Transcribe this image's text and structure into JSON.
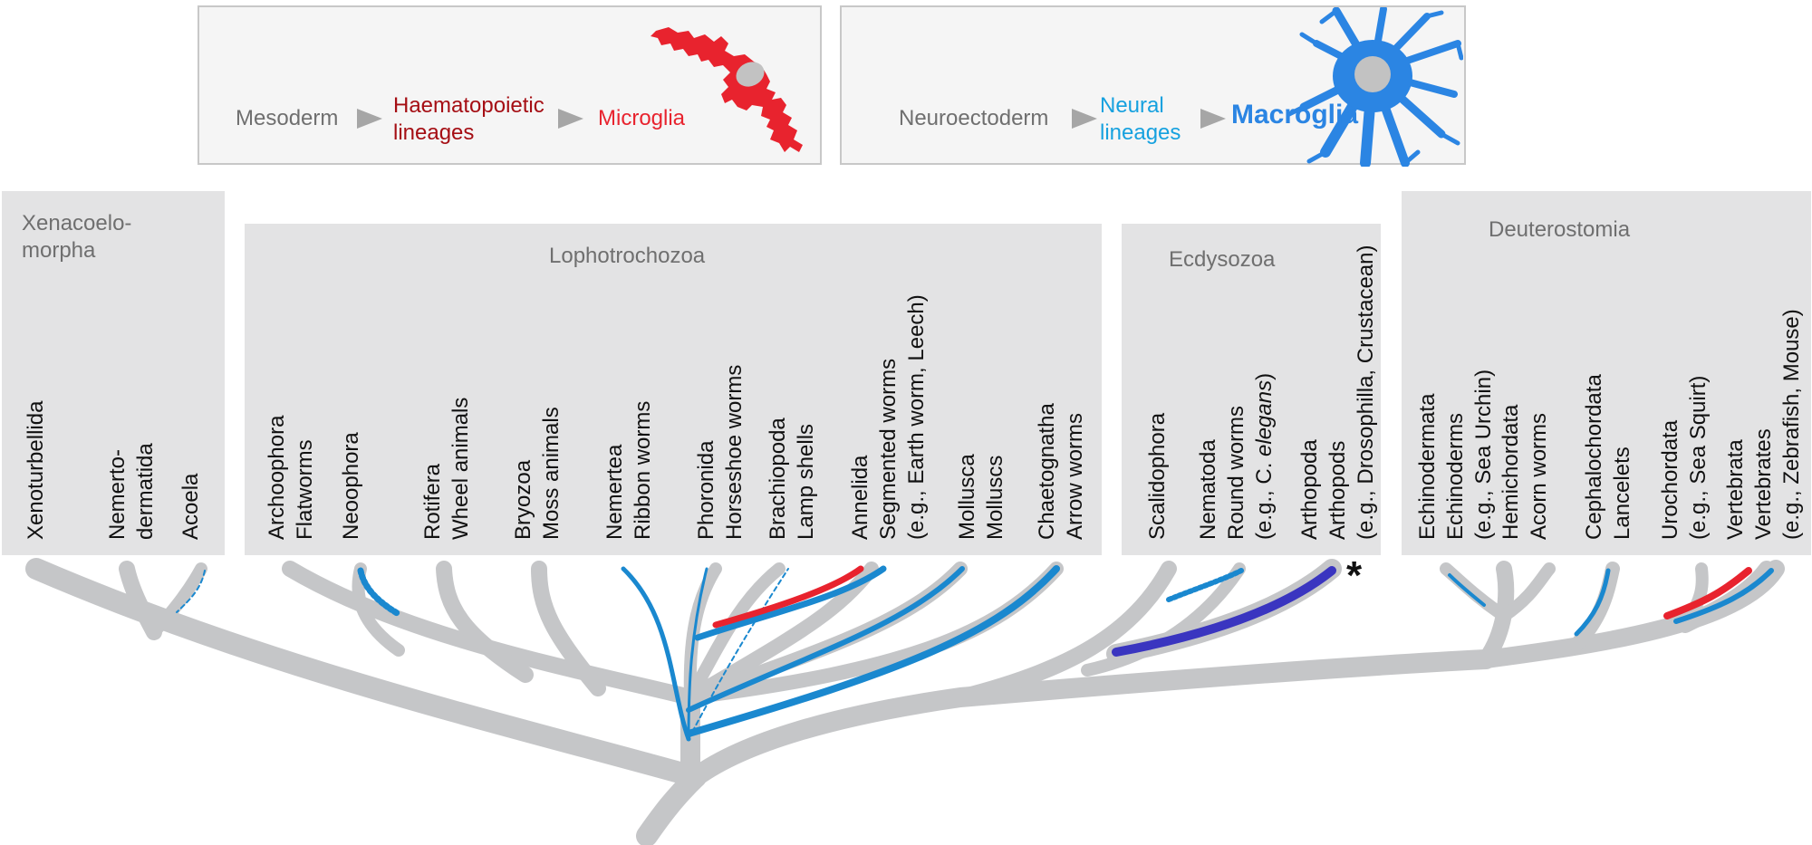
{
  "colors": {
    "tree_grey": "#c5c6c8",
    "box_grey": "#e3e3e4",
    "microglia_red": "#e8232e",
    "haem_red": "#a50e14",
    "macroglia_blue": "#2b85e3",
    "neural_blue": "#16a1df",
    "branch_blue": "#1a88cf",
    "arthropod_purple": "#3a35c0",
    "panel_text_grey": "#6f6f6f"
  },
  "microglia_panel": {
    "step1": "Mesoderm",
    "step2_line1": "Haematopoietic",
    "step2_line2": "lineages",
    "step3": "Microglia",
    "cell_icon": "microglia-cell-icon"
  },
  "macroglia_panel": {
    "step1": "Neuroectoderm",
    "step2_line1": "Neural",
    "step2_line2": "lineages",
    "step3": "Macroglia",
    "cell_icon": "astrocyte-cell-icon"
  },
  "clades": {
    "xenacoelomorpha_line1": "Xenacoelo-",
    "xenacoelomorpha_line2": "morpha",
    "lophotrochozoa": "Lophotrochozoa",
    "ecdysozoa": "Ecdysozoa",
    "deuterostomia": "Deuterostomia"
  },
  "taxa": {
    "xenoturbellida": "Xenoturbellida",
    "nemertodermatida_1": "Nemerto-",
    "nemertodermatida_2": "dermatida",
    "acoela": "Acoela",
    "archoophora_1": "Archoophora",
    "archoophora_2": "Flatworms",
    "neoophora": "Neoophora",
    "rotifera_1": "Rotifera",
    "rotifera_2": "Wheel animals",
    "bryozoa_1": "Bryozoa",
    "bryozoa_2": "Moss animals",
    "nemertea_1": "Nemertea",
    "nemertea_2": "Ribbon worms",
    "phoronida_1": "Phoronida",
    "phoronida_2": "Horseshoe worms",
    "brachiopoda_1": "Brachiopoda",
    "brachiopoda_2": "Lamp shells",
    "annelida_1": "Annelida",
    "annelida_2": "Segmented worms",
    "annelida_3": "(e.g., Earth worm, Leech)",
    "mollusca_1": "Mollusca",
    "mollusca_2": "Molluscs",
    "chaetognatha_1": "Chaetognatha",
    "chaetognatha_2": "Arrow worms",
    "scalidophora": "Scalidophora",
    "nematoda_1": "Nematoda",
    "nematoda_2": "Round worms",
    "nematoda_3a": "(e.g., C. ",
    "nematoda_3b": "elegans",
    "nematoda_3c": ")",
    "arthropoda_1": "Arthopoda",
    "arthropoda_2": "Arthopods",
    "arthropoda_3": "(e.g., Drosophilla, Crustacean)",
    "echinodermata_1": "Echinodermata",
    "echinodermata_2": "Echinoderms",
    "echinodermata_3": "(e.g., Sea Urchin)",
    "hemichordata_1": "Hemichordata",
    "hemichordata_2": "Acorn worms",
    "cephalochordata_1": "Cephalochordata",
    "cephalochordata_2": "Lancelets",
    "urochordata_1": "Urochordata",
    "urochordata_2": "(e.g., Sea Squirt)",
    "vertebrata_1": "Vertebrata",
    "vertebrata_2": "Vertebrates",
    "vertebrata_3": "(e.g., Zebrafish, Mouse)"
  },
  "asterisk": "*"
}
